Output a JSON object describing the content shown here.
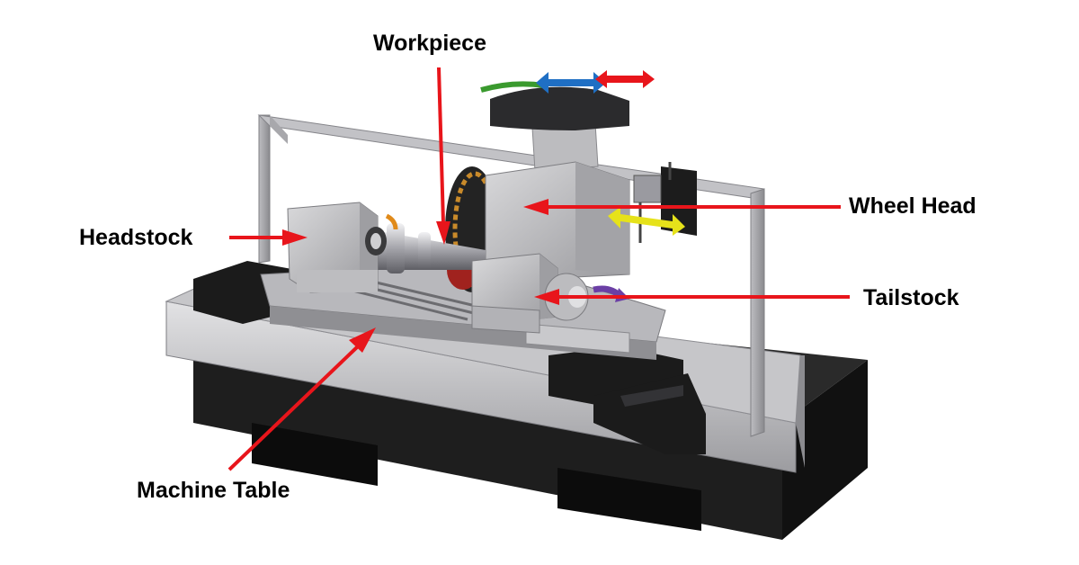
{
  "labels": {
    "workpiece": "Workpiece",
    "wheel_head": "Wheel Head",
    "headstock": "Headstock",
    "tailstock": "Tailstock",
    "machine_table": "Machine Table"
  },
  "colors": {
    "arrow": "#e8151b",
    "label_text": "#000000",
    "bed_dark": "#1c1c1c",
    "steel_light": "#d4d4d6",
    "steel_mid": "#a9a9ad",
    "steel_dark": "#6f6f73",
    "motion_blue": "#1f6fc4",
    "motion_yellow": "#e6e21a",
    "motion_purple": "#6b3fa5",
    "motion_green": "#3a9a2e"
  }
}
